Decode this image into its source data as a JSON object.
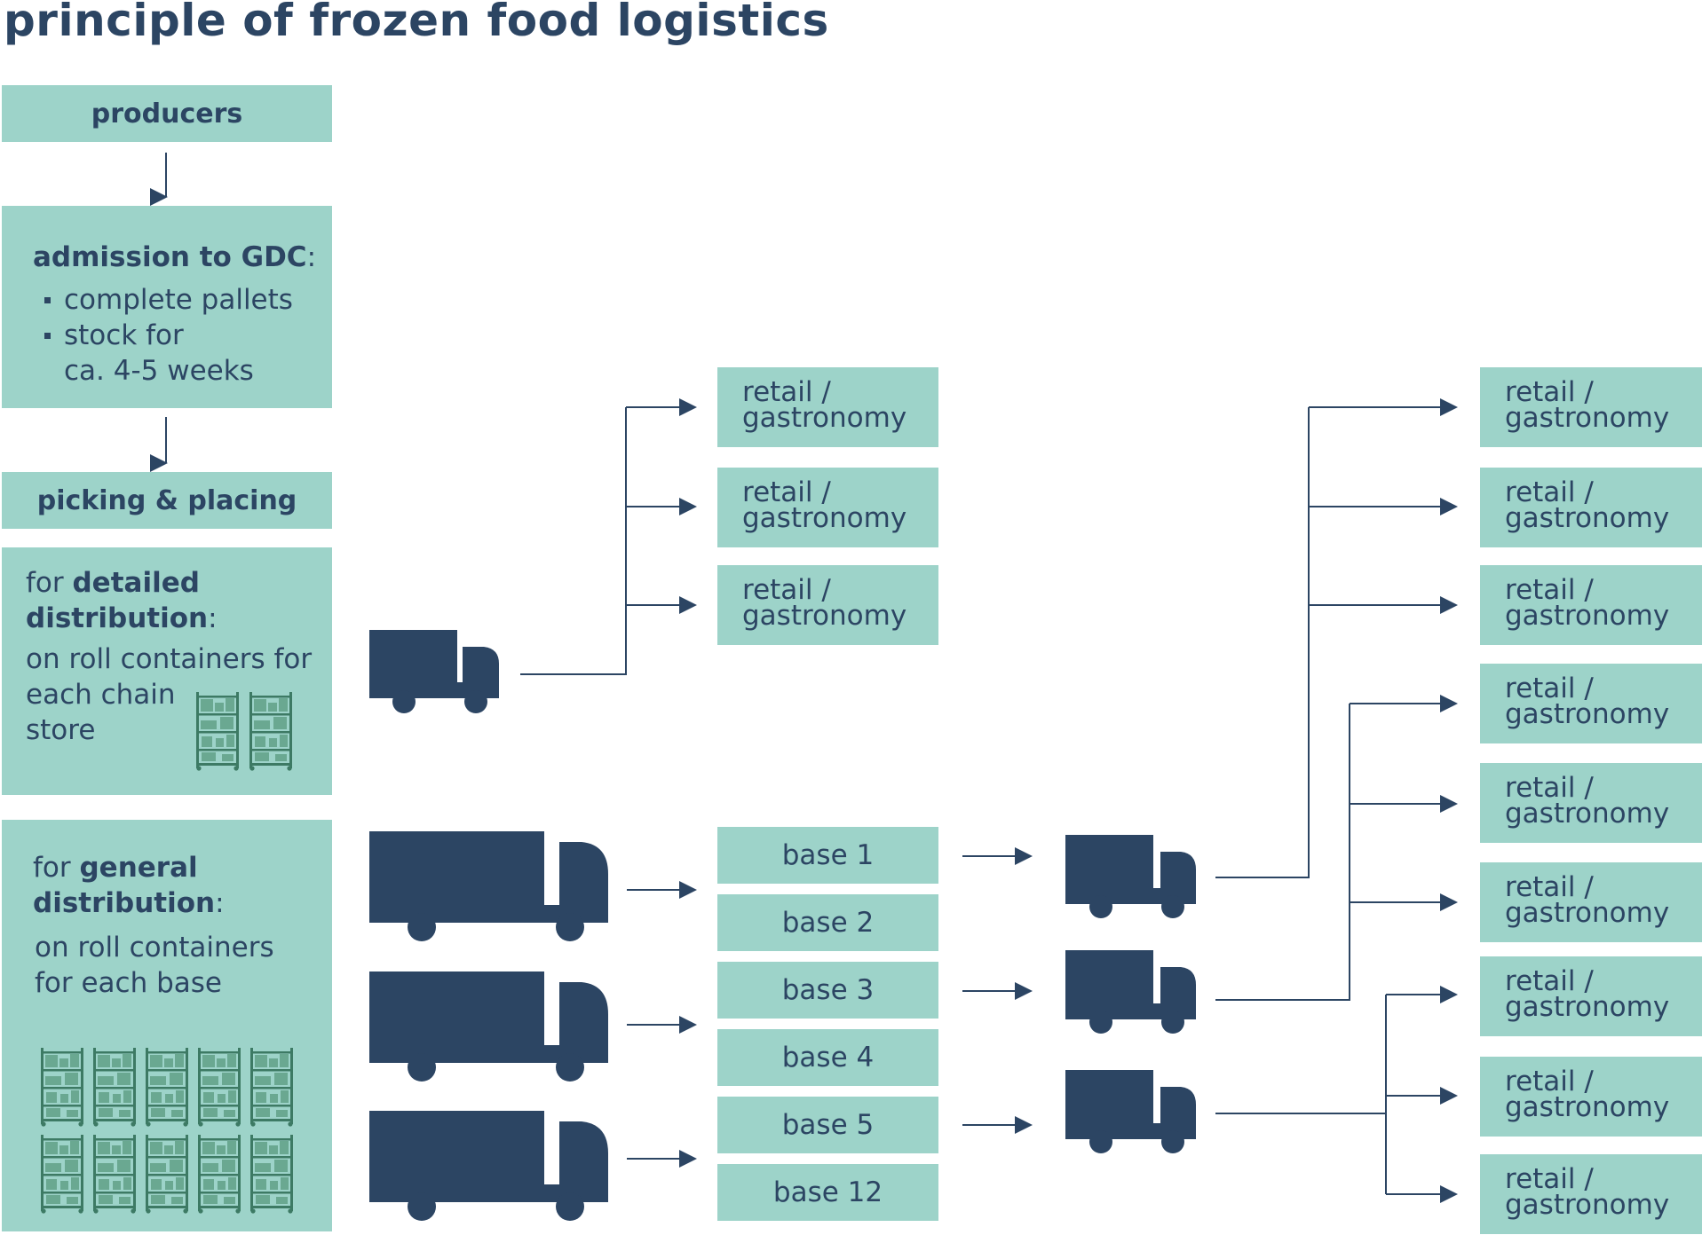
{
  "title": "principle of frozen food logistics",
  "producers": "producers",
  "admission": {
    "heading": "admission to GDC",
    "colon": ":",
    "bullets": [
      "complete pallets",
      "stock for"
    ],
    "continuation": "ca. 4-5 weeks"
  },
  "picking": "picking & placing",
  "detailed": {
    "prefix": "for ",
    "bold_1": "detailed",
    "bold_2": "distribution",
    "colon": ":",
    "lines": [
      "on roll containers for",
      "each chain",
      "store"
    ]
  },
  "general": {
    "prefix": "for ",
    "bold_1": "general",
    "bold_2": "distribution",
    "colon": ":",
    "lines": [
      "on roll containers",
      "for each base"
    ]
  },
  "retail_label_line1": "retail /",
  "retail_label_line2": "gastronomy",
  "bases": [
    "base 1",
    "base 2",
    "base 3",
    "base 4",
    "base 5",
    "base 12"
  ],
  "colors": {
    "box_fill": "#9dd3c9",
    "navy": "#2c4563",
    "container_green": "#3d7a64",
    "container_shelf": "#6aa891"
  },
  "icons": [
    "truck-icon",
    "roll-container-icon",
    "arrow-icon"
  ]
}
